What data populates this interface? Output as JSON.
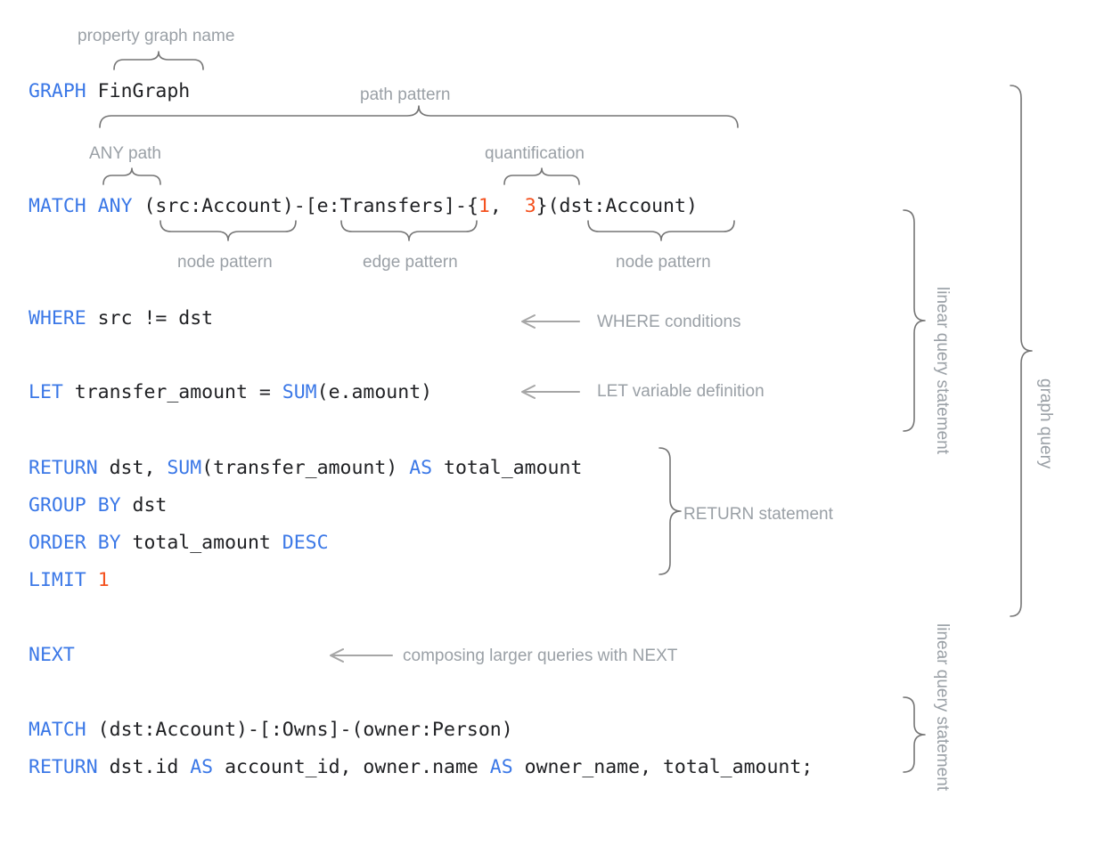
{
  "title": "Annotated GQL graph query",
  "colors": {
    "keyword_blue": "#3b78e7",
    "literal_orange": "#f4511e",
    "code_text": "#202124",
    "annotation_gray": "#9aa0a6",
    "brace_gray": "#757575",
    "background": "#ffffff"
  },
  "code": {
    "line_graph": {
      "keyword": "GRAPH",
      "rest": " FinGraph"
    },
    "line_match": {
      "keyword": "MATCH",
      "any": "ANY",
      "node_src": "(src:Account)",
      "dash1": "-",
      "edge": "[e:Transfers]",
      "dash2": "-",
      "quant_open": "{",
      "quant_min": "1",
      "quant_sep": ",  ",
      "quant_max": "3",
      "quant_close": "}",
      "node_dst": "(dst:Account)"
    },
    "line_where": {
      "keyword": "WHERE",
      "rest": " src != dst"
    },
    "line_let": {
      "keyword": "LET",
      "mid": " transfer_amount = ",
      "fn": "SUM",
      "rest": "(e.amount)"
    },
    "line_return1": {
      "keyword": "RETURN",
      "mid": " dst, ",
      "fn": "SUM",
      "mid2": "(transfer_amount) ",
      "as": "AS",
      "rest": " total_amount"
    },
    "line_group": {
      "keyword": "GROUP",
      "keyword2": "BY",
      "rest": " dst"
    },
    "line_order": {
      "keyword": "ORDER",
      "keyword2": "BY",
      "mid": " total_amount ",
      "keyword3": "DESC"
    },
    "line_limit": {
      "keyword": "LIMIT",
      "num": "1"
    },
    "line_next": {
      "keyword": "NEXT"
    },
    "line_match2": {
      "keyword": "MATCH",
      "rest": " (dst:Account)-[:Owns]-(owner:Person)"
    },
    "line_return2": {
      "keyword": "RETURN",
      "mid": " dst.id ",
      "as1": "AS",
      "mid2": " account_id, owner.name ",
      "as2": "AS",
      "rest": " owner_name, total_amount;"
    }
  },
  "annotations": {
    "property_graph_name": "property graph name",
    "path_pattern": "path pattern",
    "any_path": "ANY path",
    "quantification": "quantification",
    "node_pattern_1": "node pattern",
    "edge_pattern": "edge pattern",
    "node_pattern_2": "node pattern",
    "where_conditions": "WHERE conditions",
    "let_variable_definition": "LET variable definition",
    "return_statement": "RETURN statement",
    "composing_with_next": "composing larger queries with NEXT",
    "linear_query_statement_1": "linear query statement",
    "linear_query_statement_2": "linear query statement",
    "graph_query": "graph query"
  }
}
